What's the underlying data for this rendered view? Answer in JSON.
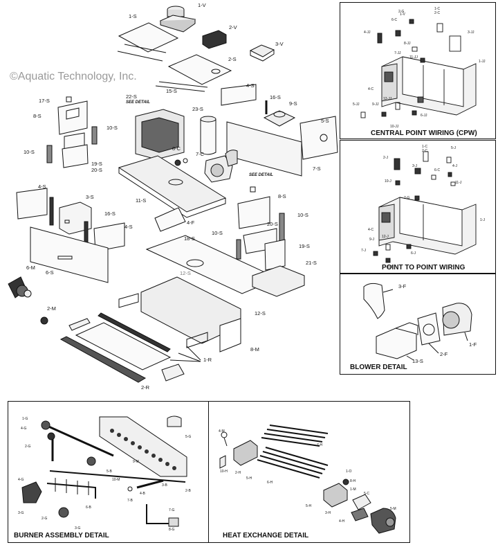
{
  "watermark": "©Aquatic Technology, Inc.",
  "main": {
    "parts": [
      "1-V",
      "1-S",
      "2-V",
      "2-S",
      "3-V",
      "4-S",
      "15-S",
      "16-S",
      "9-S",
      "5-S",
      "22-S",
      "23-S",
      "17-S",
      "8-S",
      "10-S",
      "10-S",
      "19-S",
      "20-S",
      "8-C",
      "7-C",
      "7-S",
      "11-S",
      "4-S",
      "3-S",
      "16-S",
      "4-S",
      "4-F",
      "8-S",
      "10-S",
      "10-S",
      "20-S",
      "19-S",
      "18-S",
      "21-S",
      "6-M",
      "6-S",
      "12-S",
      "2-M",
      "12-S",
      "8-M",
      "1-R",
      "2-R"
    ],
    "see_detail_1": "SEE DETAIL",
    "see_detail_2": "SEE DETAIL"
  },
  "cpw": {
    "title": "CENTRAL POINT WIRING (CPW)",
    "parts": [
      "1-V",
      "2-G",
      "1-C",
      "2-C",
      "6-C",
      "4-JJ",
      "8-JJ",
      "7-JJ",
      "3-JJ",
      "11-JJ",
      "1-JJ",
      "4-C",
      "5-JJ",
      "9-JJ",
      "12-JJ",
      "10-JJ",
      "6-JJ"
    ]
  },
  "ptp": {
    "title": "POINT TO POINT WIRING",
    "parts": [
      "1-C",
      "2-C",
      "5-J",
      "2-J",
      "3-J",
      "4-J",
      "6-C",
      "10-J",
      "11-J",
      "2-G",
      "1-J",
      "4-C",
      "9-J",
      "12-J",
      "7-J",
      "8-J",
      "6-J"
    ]
  },
  "blower": {
    "title": "BLOWER DETAIL",
    "parts": [
      "3-F",
      "1-F",
      "2-F",
      "13-S"
    ]
  },
  "burner": {
    "title": "BURNER ASSEMBLY DETAIL",
    "parts": [
      "1-G",
      "4-G",
      "2-G",
      "5-G",
      "9-M",
      "5-B",
      "10-M",
      "3-B",
      "4-B",
      "2-B",
      "6-B",
      "7-B",
      "4-G",
      "3-G",
      "2-G",
      "3-G",
      "7-G",
      "8-G"
    ]
  },
  "heatx": {
    "title": "HEAT EXCHANGE DETAIL",
    "parts": [
      "4-M",
      "2-H",
      "10-H",
      "7-H",
      "6-H",
      "5-H",
      "1-O",
      "8-H",
      "5-H",
      "1-M",
      "5-C",
      "3-H",
      "4-H",
      "5-M"
    ]
  }
}
